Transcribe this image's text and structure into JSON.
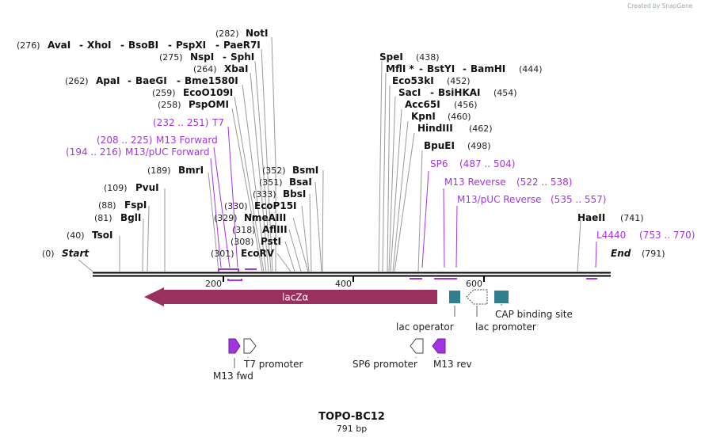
{
  "brand": "Created by SnapGene",
  "title": "TOPO-BC12",
  "subtitle": "791 bp",
  "ends": {
    "start": {
      "pos": "(0)",
      "name": "Start"
    },
    "end": {
      "pos": "(791)",
      "name": "End"
    }
  },
  "ruler_ticks": [
    "200",
    "400",
    "600"
  ],
  "enzymes_left": [
    {
      "name": "AvaI",
      "sep": "",
      "pos": "(276)"
    },
    {
      "name": "XhoI",
      "sep": "-"
    },
    {
      "name": "BsoBI",
      "sep": "-"
    },
    {
      "name": "PspXI",
      "sep": "-"
    },
    {
      "name": "PaeR7I",
      "sep": "-"
    },
    {
      "name": "NotI",
      "pos": "(282)"
    },
    {
      "name": "NspI",
      "pos": "(275)"
    },
    {
      "name": "SphI",
      "sep": "-"
    },
    {
      "name": "XbaI",
      "pos": "(264)"
    },
    {
      "name": "ApaI",
      "pos": "(262)"
    },
    {
      "name": "BaeGI",
      "sep": "-"
    },
    {
      "name": "Bme1580I",
      "sep": "-"
    },
    {
      "name": "EcoO109I",
      "pos": "(259)"
    },
    {
      "name": "PspOMI",
      "pos": "(258)"
    },
    {
      "name": "BmrI",
      "pos": "(189)"
    },
    {
      "name": "PvuI",
      "pos": "(109)"
    },
    {
      "name": "FspI",
      "pos": "(88)"
    },
    {
      "name": "BglI",
      "pos": "(81)"
    },
    {
      "name": "TsoI",
      "pos": "(40)"
    }
  ],
  "enzymes_mid": [
    {
      "name": "BsmI",
      "pos": "(352)"
    },
    {
      "name": "BsaI",
      "pos": "(351)"
    },
    {
      "name": "BbsI",
      "pos": "(333)"
    },
    {
      "name": "EcoP15I",
      "pos": "(330)"
    },
    {
      "name": "NmeAIII",
      "pos": "(329)"
    },
    {
      "name": "AflIII",
      "pos": "(318)"
    },
    {
      "name": "PstI",
      "pos": "(308)"
    },
    {
      "name": "EcoRV",
      "pos": "(301)"
    }
  ],
  "enzymes_right": [
    {
      "name": "SpeI",
      "pos": "(438)"
    },
    {
      "name": "MflI *",
      "pos": "(444)"
    },
    {
      "name": "BstYI",
      "sep": "-"
    },
    {
      "name": "BamHI",
      "sep": "-"
    },
    {
      "name": "Eco53kI",
      "pos": "(452)"
    },
    {
      "name": "SacI",
      "pos": "(454)"
    },
    {
      "name": "BsiHKAI",
      "sep": "-"
    },
    {
      "name": "Acc65I",
      "pos": "(456)"
    },
    {
      "name": "KpnI",
      "pos": "(460)"
    },
    {
      "name": "HindIII",
      "pos": "(462)"
    },
    {
      "name": "BpuEI",
      "pos": "(498)"
    },
    {
      "name": "HaeII",
      "pos": "(741)"
    }
  ],
  "features_top": [
    {
      "name": "T7",
      "range": "(232 .. 251)"
    },
    {
      "name": "M13 Forward",
      "range": "(208 .. 225)"
    },
    {
      "name": "M13/pUC Forward",
      "range": "(194 .. 216)"
    },
    {
      "name": "SP6",
      "range": "(487 .. 504)"
    },
    {
      "name": "M13 Reverse",
      "range": "(522 .. 538)"
    },
    {
      "name": "M13/pUC Reverse",
      "range": "(535 .. 557)"
    },
    {
      "name": "L4440",
      "range": "(753 .. 770)"
    }
  ],
  "annotations": {
    "lacz": "lacZα",
    "lac_operator": "lac operator",
    "lac_promoter": "lac promoter",
    "cap_site": "CAP binding site",
    "t7_promoter": "T7 promoter",
    "m13_fwd": "M13 fwd",
    "sp6_promoter": "SP6 promoter",
    "m13_rev": "M13 rev"
  },
  "colors": {
    "lacz": "#9a3060",
    "feature": "#a335e0",
    "box": "#2f7f8f"
  }
}
